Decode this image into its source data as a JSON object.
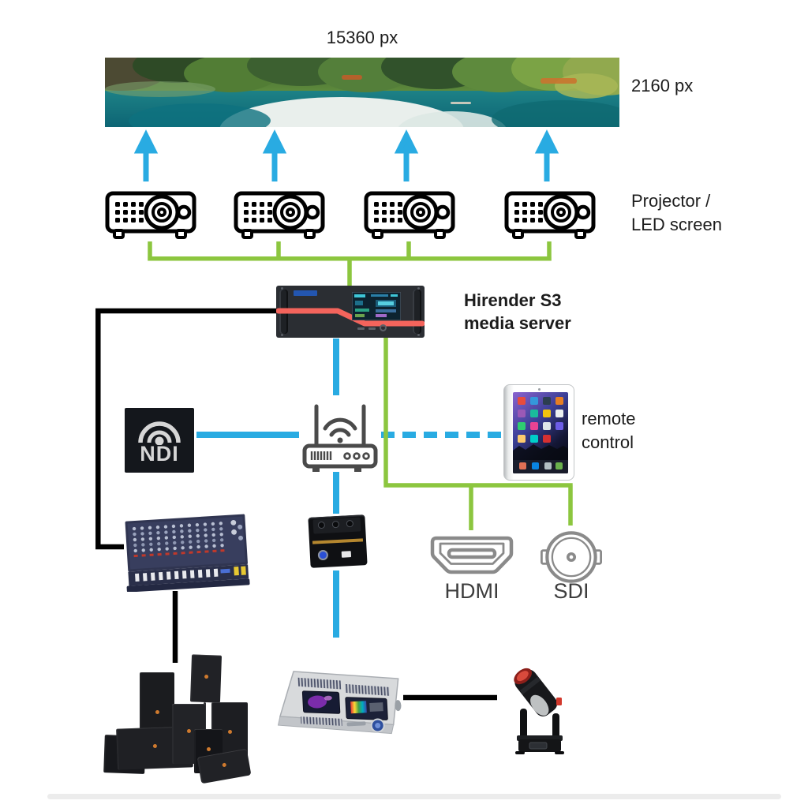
{
  "screen": {
    "width_label": "15360 px",
    "height_label": "2160 px"
  },
  "projectors": {
    "count": 4,
    "label_line1": "Projector /",
    "label_line2": "LED screen"
  },
  "server": {
    "label_line1": "Hirender S3",
    "label_line2": "media server"
  },
  "ndi": {
    "label": "NDI"
  },
  "remote_control": {
    "label_line1": "remote",
    "label_line2": "control"
  },
  "outputs": {
    "hdmi_label": "HDMI",
    "sdi_label": "SDI"
  },
  "colors": {
    "signal_blue": "#29ABE2",
    "signal_green": "#8CC63F",
    "cable_black": "#000000",
    "server_stripe_red": "#F4645C",
    "connector_gray": "#8A8A8A",
    "router_gray": "#4A4A4A"
  },
  "icons": {
    "projector": "projector-icon",
    "router": "wifi-router-icon",
    "ndi": "ndi-broadcast-icon",
    "tablet": "tablet-icon",
    "hdmi": "hdmi-connector-icon",
    "sdi": "bnc-connector-icon",
    "media_server": "rack-server-image",
    "mixer": "audio-mixer-image",
    "speakers": "speaker-stack-image",
    "dmx_node": "dmx-node-image",
    "lighting_console": "lighting-console-image",
    "moving_head": "moving-head-light-image"
  }
}
